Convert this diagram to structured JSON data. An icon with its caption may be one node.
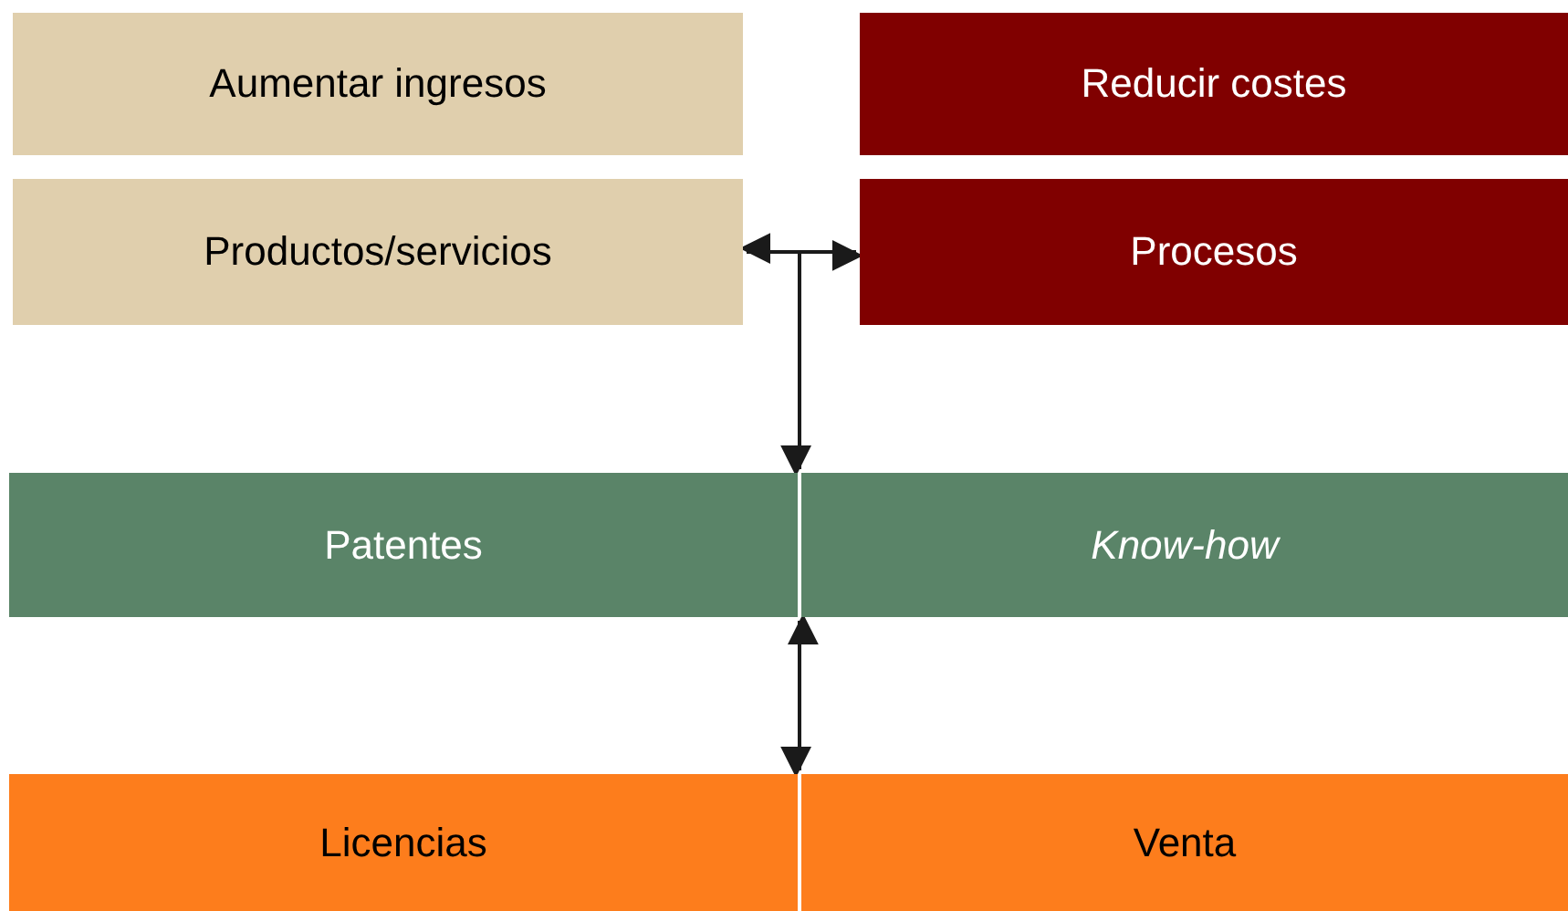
{
  "diagram": {
    "nodes": [
      {
        "text": [
          "Aumentar ingresos"
        ]
      },
      {
        "text": [
          "Reducir costes"
        ]
      },
      {
        "text": [
          "Productos/servicios"
        ]
      },
      {
        "text": [
          "Procesos"
        ]
      },
      {
        "text": [
          "Patentes"
        ]
      },
      {
        "text": [
          "Know-how"
        ]
      },
      {
        "text": [
          "Licencias"
        ]
      },
      {
        "text": [
          "Venta"
        ]
      }
    ],
    "edges": [
      {
        "from": 2,
        "to": 3,
        "arrow": "both"
      },
      {
        "from": null,
        "to": 4,
        "arrow": "to"
      },
      {
        "from": 4,
        "to": 6,
        "arrow": "both"
      }
    ]
  }
}
